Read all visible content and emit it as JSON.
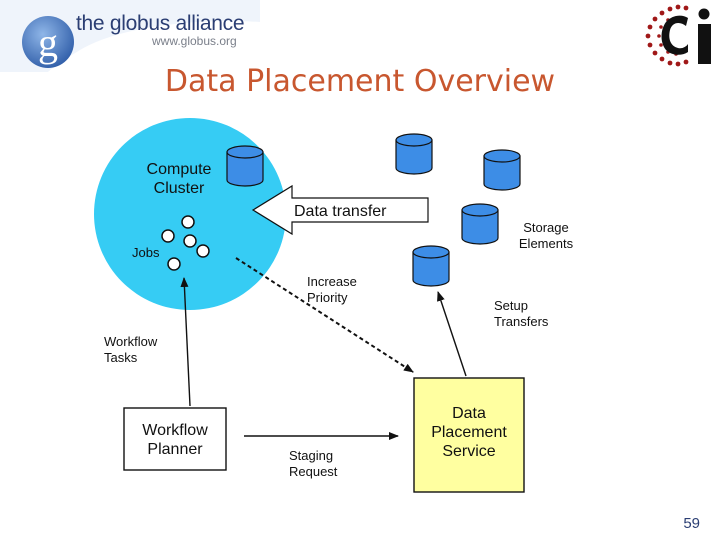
{
  "header": {
    "logo_text": "the globus alliance",
    "logo_url": "www.globus.org",
    "logo_letter": "g"
  },
  "title": "Data Placement Overview",
  "diagram": {
    "compute_cluster": "Compute\nCluster",
    "data_transfer": "Data transfer",
    "storage_elements": "Storage\nElements",
    "jobs": "Jobs",
    "increase_priority": "Increase\nPriority",
    "setup_transfers": "Setup\nTransfers",
    "workflow_tasks": "Workflow\nTasks",
    "workflow_planner": "Workflow\nPlanner",
    "staging_request": "Staging\nRequest",
    "data_placement_service": "Data\nPlacement\nService"
  },
  "page_number": "59",
  "colors": {
    "cluster_fill": "#36ccf4",
    "cylinder_fill": "#3d8de6",
    "dps_fill": "#ffffa0",
    "title": "#c8572f",
    "logo": "#2b3e73"
  }
}
